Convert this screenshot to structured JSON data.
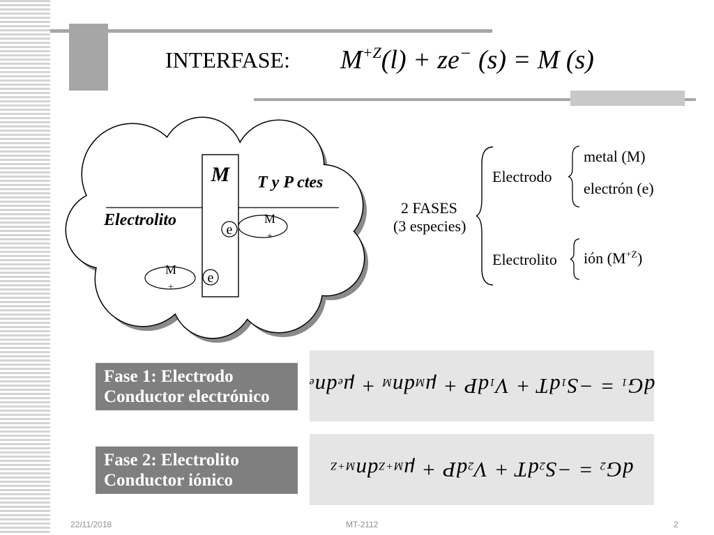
{
  "title": {
    "label": "INTERFASE:",
    "eq_a": "M",
    "eq_a_sup": "+Z",
    "eq_b": "(l) + ze",
    "eq_b_sup": "−",
    "eq_c": " (s) =  M (s)"
  },
  "cloud": {
    "metal_label": "M",
    "conditions": "T y P ctes",
    "electrolyte_label": "Electrolito",
    "electron_1": "e",
    "electron_2": "e",
    "ion_1": "M",
    "ion_1_sup": "+",
    "ion_2": "M",
    "ion_2_sup": "+"
  },
  "phases": {
    "count_line": "2 FASES",
    "species_line": "(3 especies)",
    "electrodo": {
      "label": "Electrodo",
      "items": [
        "metal (M)",
        "electrón (e)"
      ]
    },
    "electrolito": {
      "label": "Electrolito",
      "item_prefix": "ión (M",
      "item_sup": "+Z",
      "item_suffix": ")"
    }
  },
  "fase1": {
    "line1": "Fase 1: Electrodo",
    "line2": "Conductor electrónico"
  },
  "fase2": {
    "line1": "Fase 2:  Electrolito",
    "line2": "Conductor iónico"
  },
  "footer": {
    "date": "22/11/2018",
    "code": "MT-2112",
    "page": "2"
  },
  "colors": {
    "fase_box": "#7f7f7f",
    "eq_box": "#e5e5e5",
    "bars": "#a6a6a6"
  }
}
